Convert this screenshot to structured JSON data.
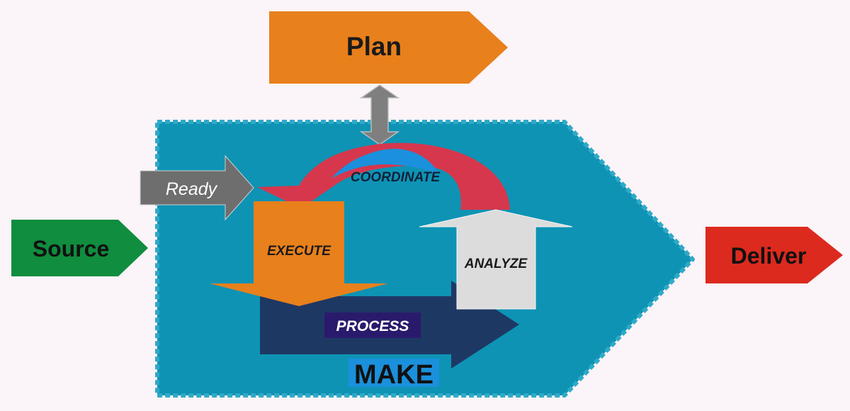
{
  "labels": {
    "plan": "Plan",
    "source": "Source",
    "deliver": "Deliver",
    "ready": "Ready",
    "coordinate": "COORDINATE",
    "execute": "EXECUTE",
    "analyze": "ANALYZE",
    "process": "PROCESS",
    "make": "MAKE"
  },
  "colors": {
    "background": "#fbf4f8",
    "make_region": "#0e93b4",
    "plan": "#e8801c",
    "source": "#108d3e",
    "deliver": "#dc2a1e",
    "ready": "#6e6e6e",
    "coordinate_arc": "#d6374d",
    "coordinate_center": "#1b90dc",
    "execute": "#e8801c",
    "analyze": "#dcdcdc",
    "process_arrow": "#1e3864",
    "process_label_bg": "#2a1a6c",
    "make_label_bg": "#1b90dc",
    "connector": "#7f7f7f"
  }
}
